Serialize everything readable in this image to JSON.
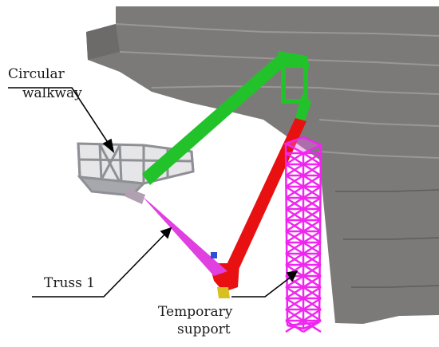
{
  "labels": {
    "walkway_line1": "Circular",
    "walkway_line2": "walkway",
    "truss": "Truss 1",
    "support_line1": "Temporary",
    "support_line2": "support"
  },
  "colors": {
    "building": "#7c7a79",
    "building_dark": "#5f5d5c",
    "walkway": "#a7a8ad",
    "green_truss": "#22c22a",
    "red_truss": "#e81010",
    "magenta_truss": "#e040e0",
    "support": "#f025f0",
    "leader": "#000000"
  }
}
